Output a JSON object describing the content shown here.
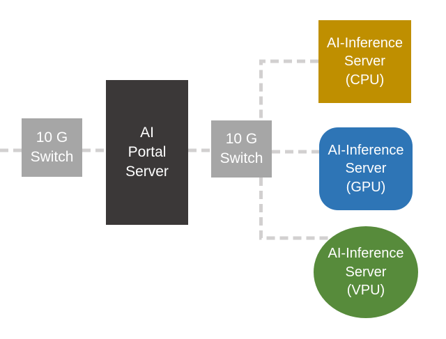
{
  "diagram": {
    "type": "network-topology",
    "background_color": "#ffffff",
    "connector_color": "#d2d0d0",
    "connector_style": "dashed",
    "nodes": {
      "switch_left": {
        "label": "10 G\nSwitch",
        "shape": "square",
        "fill": "#a6a6a6",
        "text_color": "#ffffff"
      },
      "portal_server": {
        "label": "AI\nPortal\nServer",
        "shape": "rectangle",
        "fill": "#3b3838",
        "text_color": "#ffffff"
      },
      "switch_right": {
        "label": "10 G\nSwitch",
        "shape": "square",
        "fill": "#a6a6a6",
        "text_color": "#ffffff"
      },
      "inference_cpu": {
        "label": "AI-Inference\nServer\n(CPU)",
        "shape": "square",
        "fill": "#bf8f00",
        "text_color": "#ffffff"
      },
      "inference_gpu": {
        "label": "AI-Inference\nServer\n(GPU)",
        "shape": "rounded-rectangle",
        "fill": "#2e75b6",
        "text_color": "#ffffff"
      },
      "inference_vpu": {
        "label": "AI-Inference\nServer\n(VPU)",
        "shape": "ellipse",
        "fill": "#578b3b",
        "text_color": "#ffffff"
      }
    },
    "edges": [
      {
        "from": "offscreen-left",
        "to": "switch_left",
        "style": "dashed"
      },
      {
        "from": "switch_left",
        "to": "portal_server",
        "style": "dashed"
      },
      {
        "from": "portal_server",
        "to": "switch_right",
        "style": "dashed"
      },
      {
        "from": "switch_right",
        "to": "inference_cpu",
        "style": "dashed"
      },
      {
        "from": "switch_right",
        "to": "inference_gpu",
        "style": "dashed"
      },
      {
        "from": "switch_right",
        "to": "inference_vpu",
        "style": "dashed"
      }
    ]
  }
}
